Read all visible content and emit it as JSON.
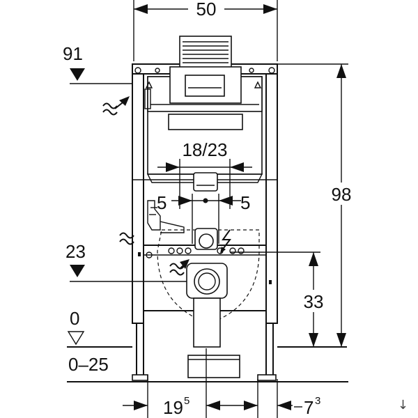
{
  "dimensions": {
    "width_total": "50",
    "height_frame": "98",
    "top_level": "91",
    "flush_spacing": "18/23",
    "offset_left": "5",
    "offset_right": "5",
    "inlet_level": "23",
    "outlet_height": "33",
    "floor_zero": "0",
    "floor_range": "0–25",
    "bottom_left_base": "19",
    "bottom_left_sup": "5",
    "bottom_right_base": "7",
    "bottom_right_sup": "3"
  },
  "icons": {
    "download": "↓"
  }
}
